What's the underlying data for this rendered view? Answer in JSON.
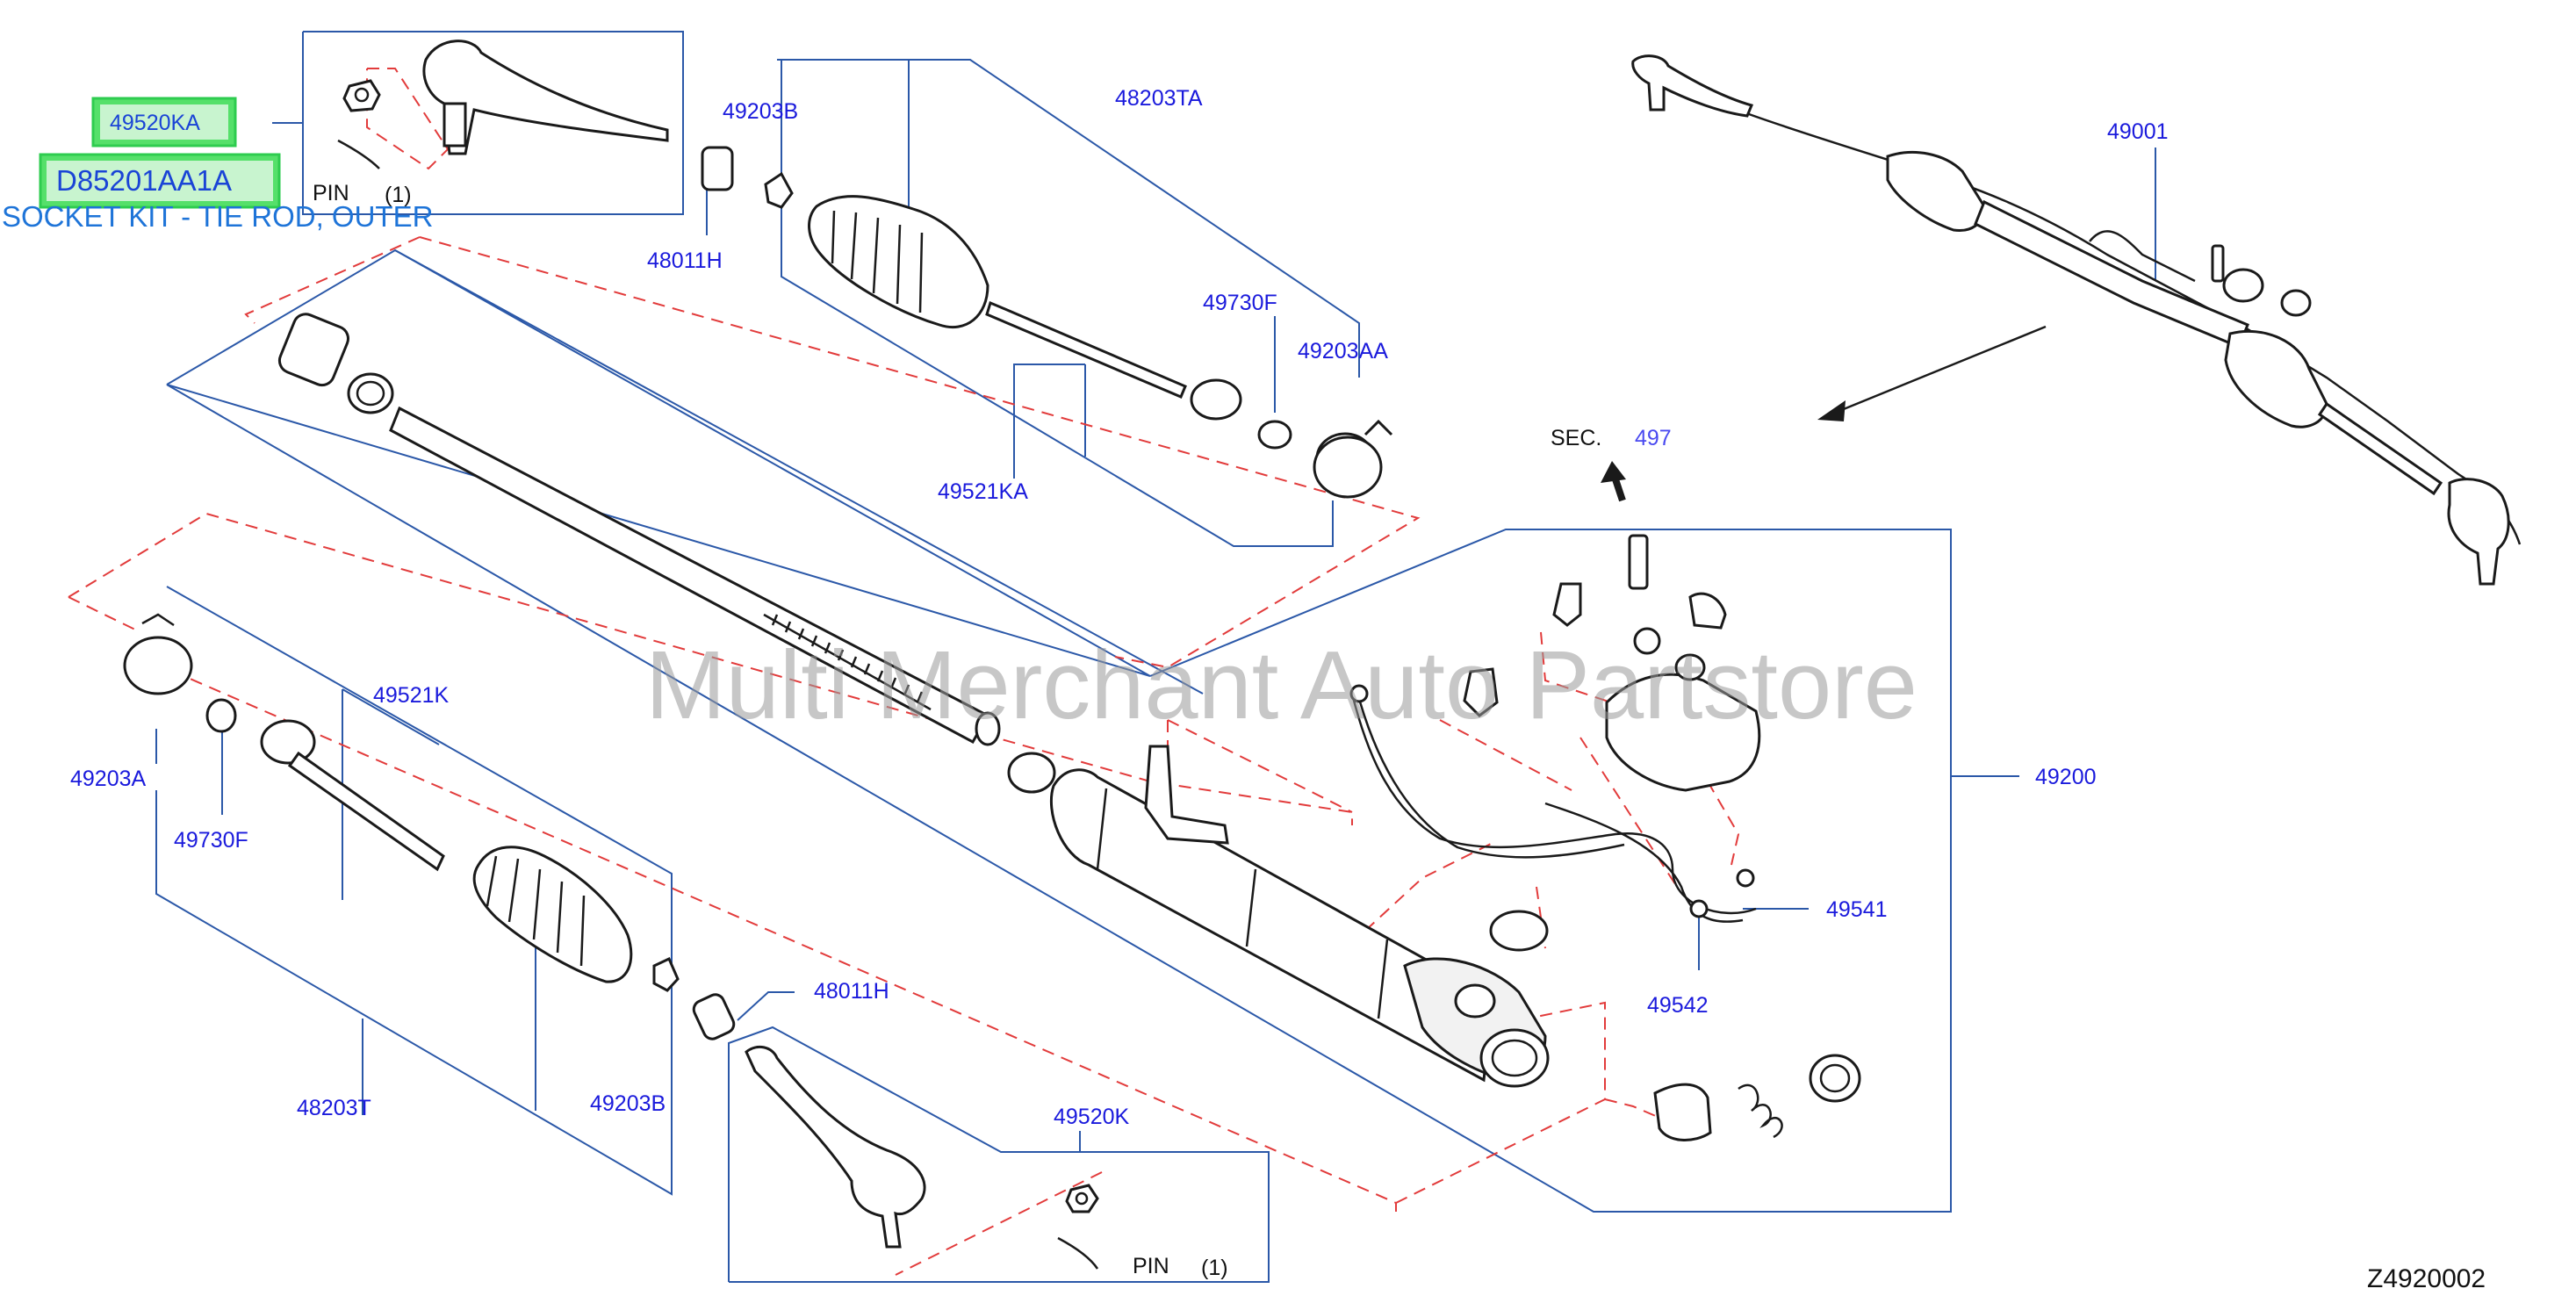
{
  "highlight": {
    "part_code": "49520KA",
    "oem_number": "D85201AA1A",
    "description": "SOCKET KIT - TIE ROD, OUTER"
  },
  "labels": {
    "pin_top": "PIN",
    "pin_top_qty": "(1)",
    "l_49203B_top": "49203B",
    "l_48203TA": "48203TA",
    "l_48011H_top": "48011H",
    "l_49730F_top": "49730F",
    "l_49203AA": "49203AA",
    "l_49521KA": "49521KA",
    "l_49001": "49001",
    "sec": "SEC.",
    "sec_num": "497",
    "l_49200": "49200",
    "l_49521K": "49521K",
    "l_49203A": "49203A",
    "l_49730F_bottom": "49730F",
    "l_48011H_bottom": "48011H",
    "l_49541": "49541",
    "l_49542": "49542",
    "l_48203T": "48203T",
    "l_49203B_bottom": "49203B",
    "l_49520K": "49520K",
    "pin_bottom": "PIN",
    "pin_bottom_qty": "(1)",
    "ref_code": "Z4920002"
  },
  "watermark": "Multi Merchant Auto Partstore",
  "colors": {
    "label_blue": "#1a1adc",
    "leader_blue": "#2b58a8",
    "dash_red": "#e23b3b",
    "highlight_green": "#55e06a"
  }
}
